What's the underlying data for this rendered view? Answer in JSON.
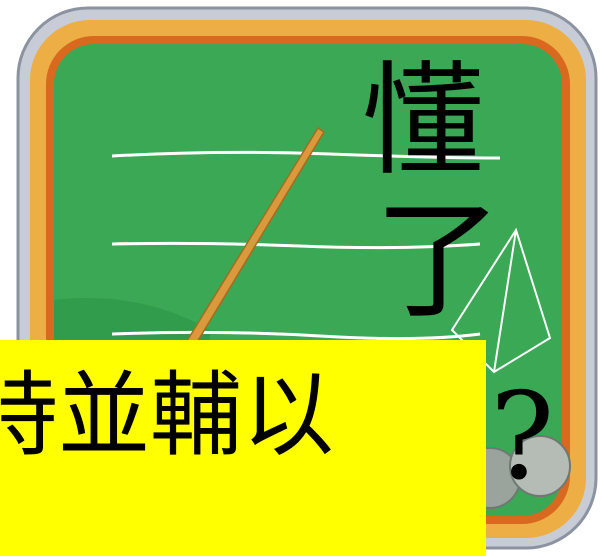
{
  "board": {
    "chars": [
      "懂",
      "了",
      "?"
    ],
    "colors": {
      "frame_outer": "#b7bcc7",
      "frame_gold": "#e4a23a",
      "frame_orange": "#d9691e",
      "board_green": "#3aa854",
      "board_dark": "#2a8c42",
      "chalk_line": "#ffffff",
      "pointer": "#d89a3c"
    }
  },
  "caption": {
    "text": "時並輔以",
    "background": "#ffff00"
  }
}
